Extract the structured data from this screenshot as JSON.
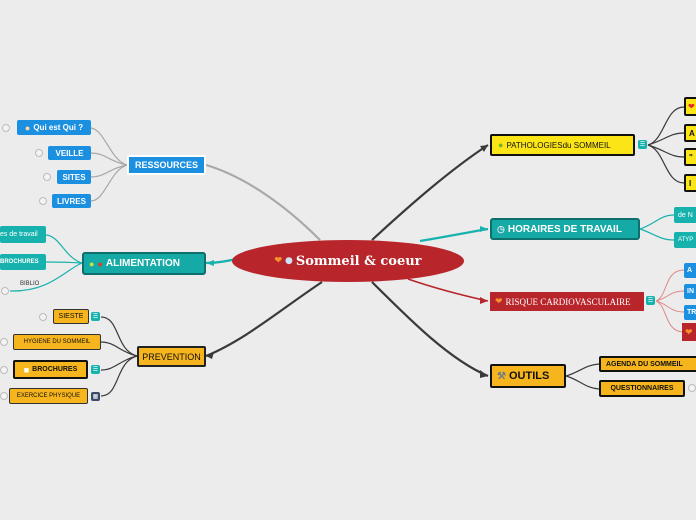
{
  "center": {
    "label": "Sommeil & coeur",
    "icons": [
      "heart-icon",
      "sleep-icon"
    ]
  },
  "ressources": {
    "label": "RESSOURCES",
    "children": [
      "Qui est Qui ?",
      "VEILLE",
      "SITES",
      "LIVRES"
    ]
  },
  "alimentation": {
    "label": "ALIMENTATION",
    "children": [
      "es de travail",
      "BROCHURES"
    ],
    "biblio": "BIBLIO"
  },
  "prevention": {
    "label": "PREVENTION",
    "children": [
      "SIESTE",
      "HYGIENE DU SOMMEIL",
      "BROCHURES",
      "EXERCICE PHYSIQUE"
    ]
  },
  "pathologies": {
    "label_main": "PATHOLOGIES",
    "label_suffix": " du SOMMEIL",
    "children": [
      "A",
      "\"",
      "I"
    ]
  },
  "horaires": {
    "label": "HORAIRES DE TRAVAIL",
    "children": [
      "de N",
      "ATYP"
    ]
  },
  "risque": {
    "label": "RISQUE CARDIOVASCULAIRE",
    "children": [
      "A",
      "IN",
      "TR"
    ]
  },
  "outils": {
    "label": "OUTILS",
    "children": [
      "AGENDA DU SOMMEIL",
      "QUESTIONNAIRES"
    ]
  },
  "colors": {
    "center": "#b8262c",
    "blue": "#1b8fe0",
    "teal": "#18b2ae",
    "yellow": "#fbe516",
    "orange": "#f6b41d",
    "dark": "#333333"
  }
}
